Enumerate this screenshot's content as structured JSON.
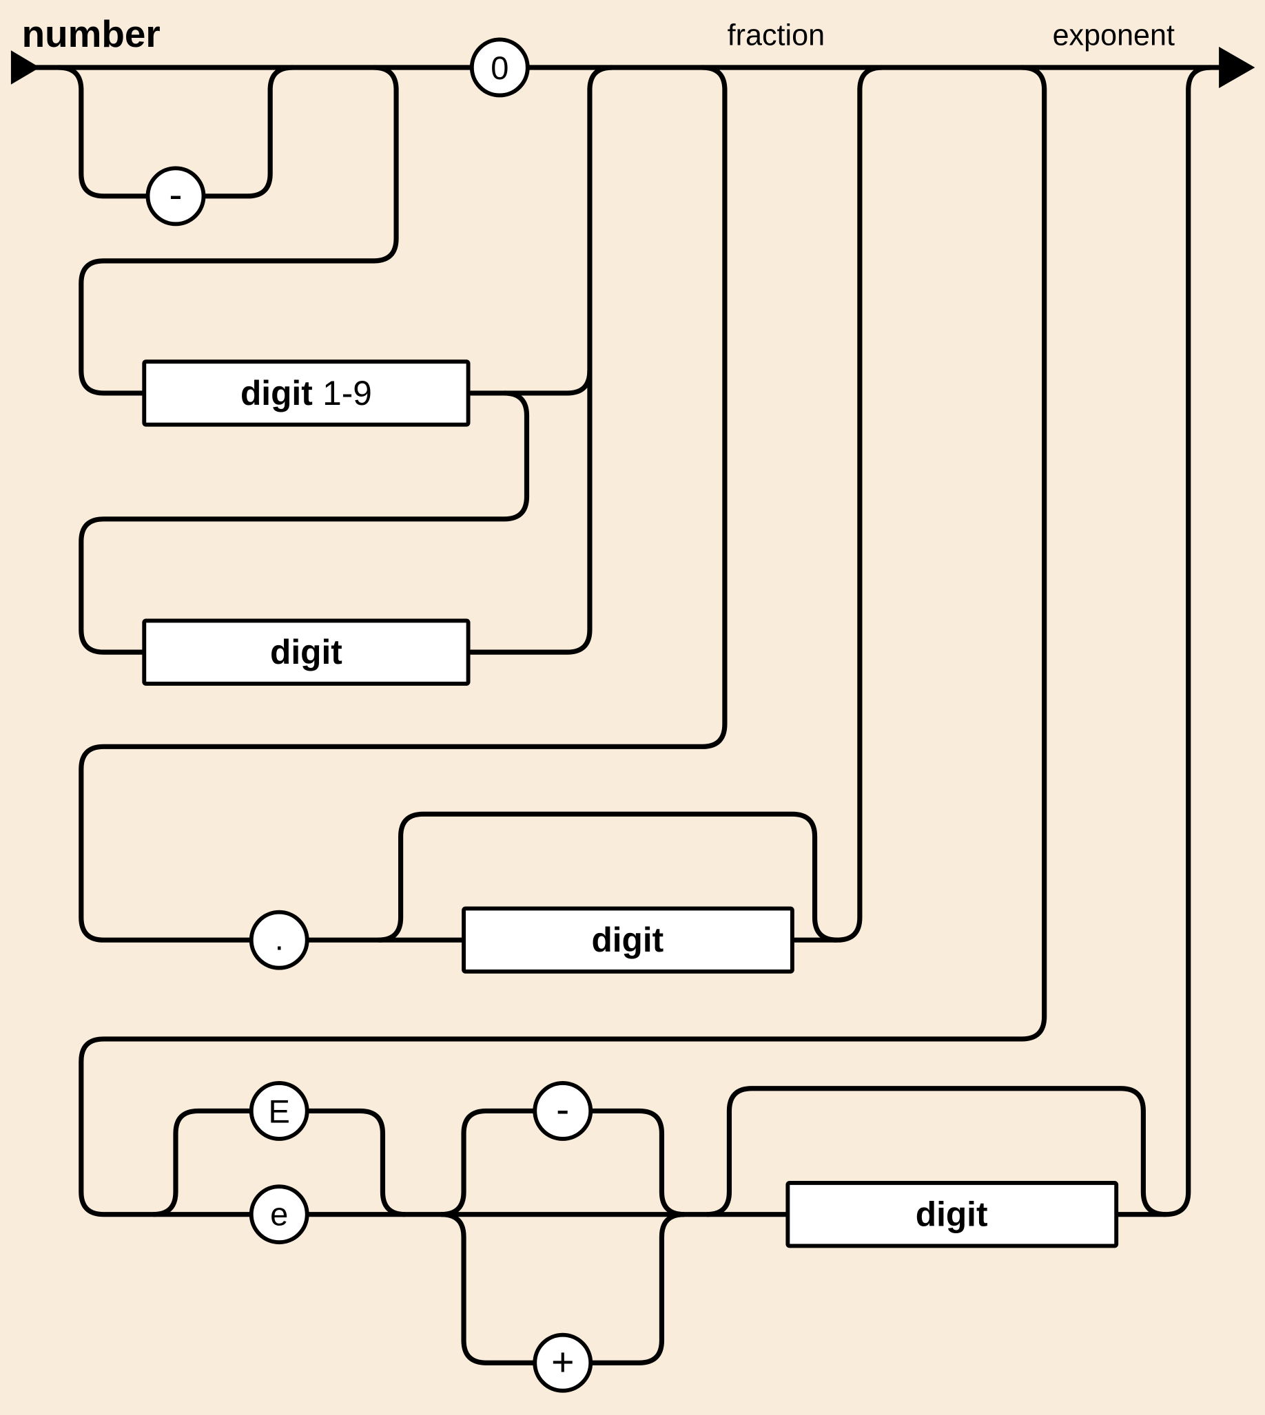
{
  "diagram": {
    "title": "number",
    "section_labels": {
      "fraction": "fraction",
      "exponent": "exponent"
    },
    "terminals": {
      "minus_int": "-",
      "zero": "0",
      "dot": ".",
      "e_upper": "E",
      "e_lower": "e",
      "minus_exp": "-",
      "plus_exp": "+"
    },
    "nonterminals": {
      "digit19_bold": "digit",
      "digit19_range": "1-9",
      "digit_int": "digit",
      "digit_fraction": "digit",
      "digit_exponent": "digit"
    },
    "colors": {
      "background": "#f9ecdb",
      "line": "#000000",
      "node_fill": "#ffffff"
    }
  }
}
